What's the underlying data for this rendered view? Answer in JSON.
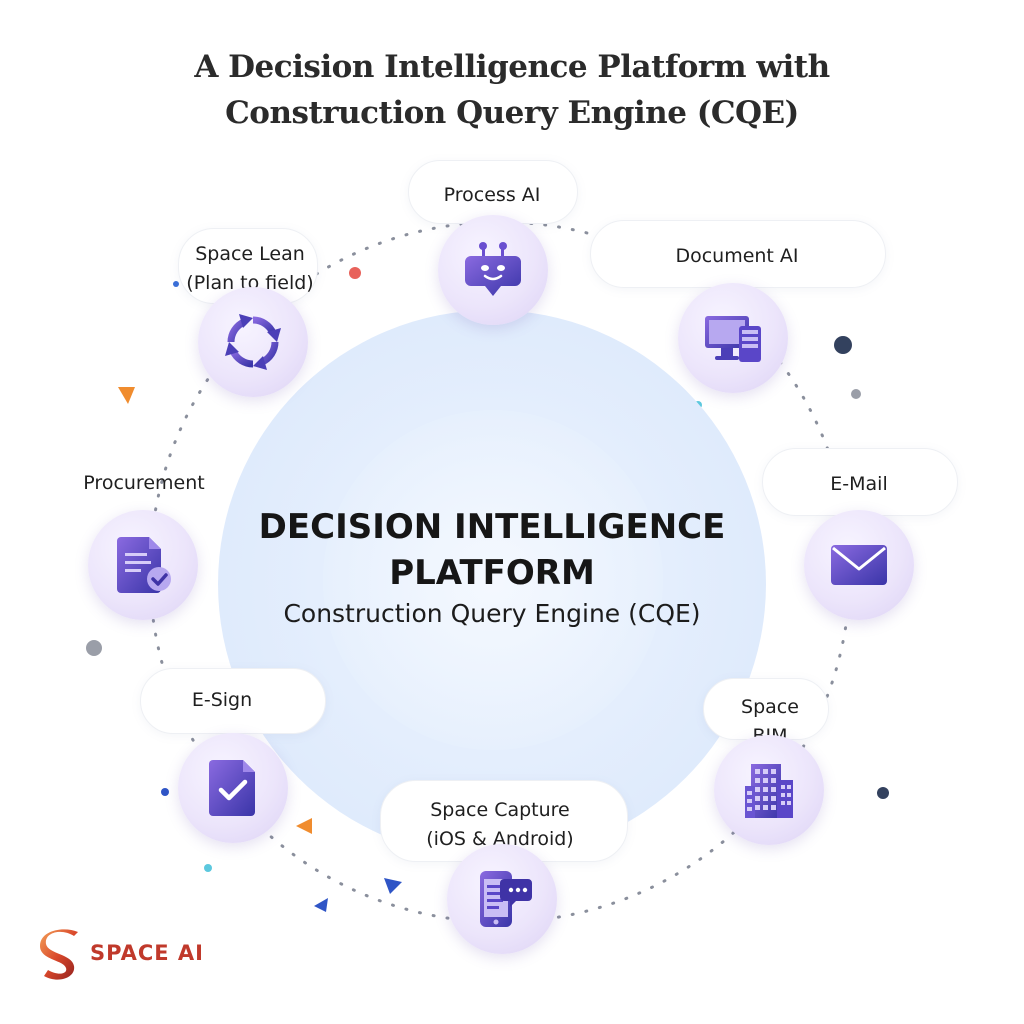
{
  "title": {
    "line1": "A Decision Intelligence Platform with",
    "line2": "Construction Query Engine (CQE)"
  },
  "hub": {
    "title_line1": "DECISION INTELLIGENCE",
    "title_line2": "PLATFORM",
    "subtitle": "Construction Query Engine (CQE)"
  },
  "nodes": {
    "process_ai": {
      "label": "Process AI",
      "icon": "robot-chat-icon"
    },
    "document_ai": {
      "label": "Document AI",
      "icon": "desktop-devices-icon"
    },
    "email": {
      "label": "E-Mail",
      "icon": "envelope-icon"
    },
    "space_bim": {
      "label_line1": "Space",
      "label_line2": "BIM",
      "icon": "building-icon"
    },
    "space_capture": {
      "label_line1": "Space Capture",
      "label_line2": "(iOS & Android)",
      "icon": "smartphone-chat-icon"
    },
    "esign": {
      "label": "E-Sign",
      "icon": "signed-document-icon"
    },
    "procurement": {
      "label": "Procurement",
      "icon": "checklist-document-icon"
    },
    "space_lean": {
      "label_line1": "Space Lean",
      "label_line2": "(Plan to field)",
      "icon": "cycle-arrows-icon"
    }
  },
  "brand": {
    "name": "SPACE AI",
    "logo_icon": "space-ai-logo-icon"
  },
  "colors": {
    "icon_primary": "#4b3fb7",
    "icon_secondary": "#7a5cd6",
    "hub_fill": "#e4eefd",
    "brand_red": "#c0392b",
    "accent_orange": "#f08c2e",
    "accent_blue": "#2f55c6",
    "accent_cyan": "#5cc8de",
    "accent_navy": "#33415e"
  }
}
